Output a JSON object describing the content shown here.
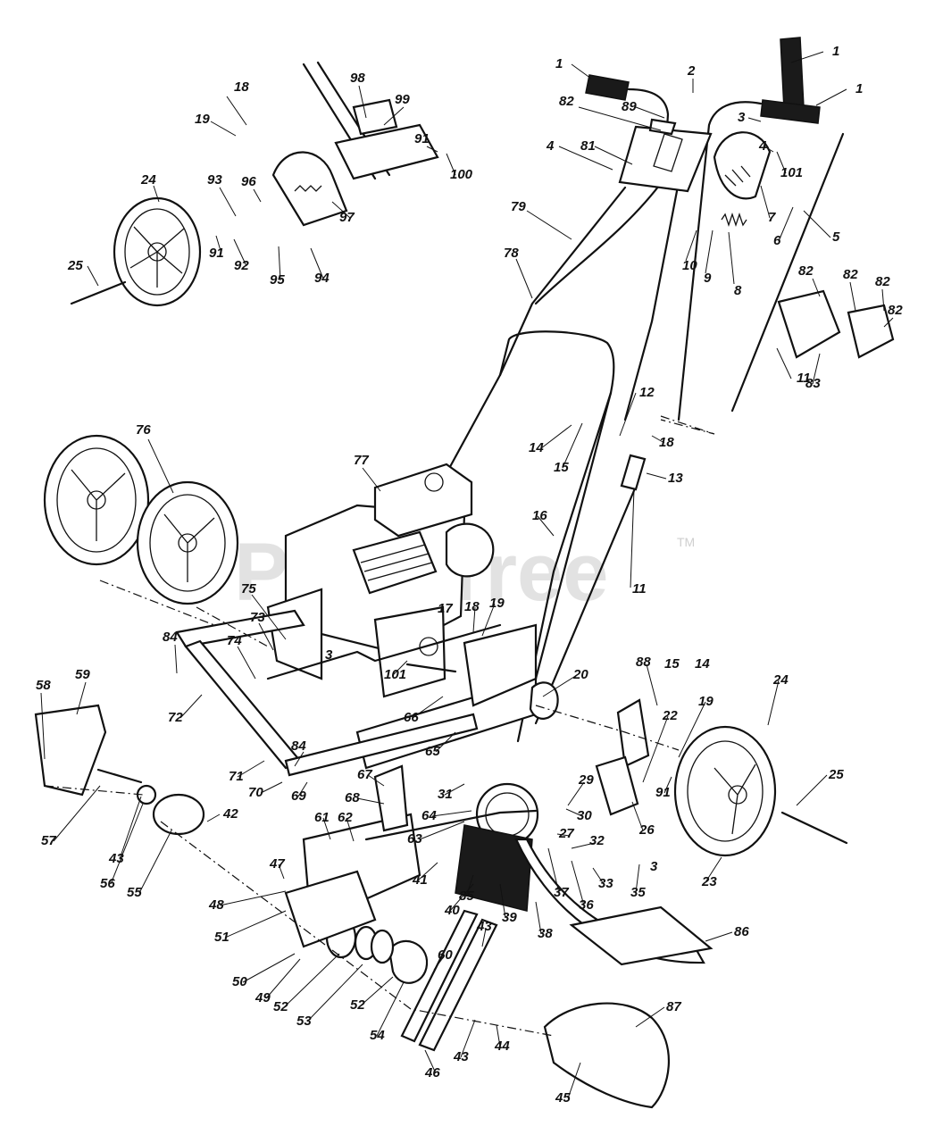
{
  "watermark": {
    "brand": "PartsTree",
    "trademark": "TM"
  },
  "callouts": [
    {
      "id": "c-1a",
      "text": "1"
    },
    {
      "id": "c-1b",
      "text": "1"
    },
    {
      "id": "c-1c",
      "text": "1"
    },
    {
      "id": "c-2",
      "text": "2"
    },
    {
      "id": "c-3a",
      "text": "3"
    },
    {
      "id": "c-3b",
      "text": "3"
    },
    {
      "id": "c-3c",
      "text": "3"
    },
    {
      "id": "c-4a",
      "text": "4"
    },
    {
      "id": "c-4b",
      "text": "4"
    },
    {
      "id": "c-5",
      "text": "5"
    },
    {
      "id": "c-6",
      "text": "6"
    },
    {
      "id": "c-7",
      "text": "7"
    },
    {
      "id": "c-8",
      "text": "8"
    },
    {
      "id": "c-9",
      "text": "9"
    },
    {
      "id": "c-10",
      "text": "10"
    },
    {
      "id": "c-11a",
      "text": "11"
    },
    {
      "id": "c-11b",
      "text": "11"
    },
    {
      "id": "c-12",
      "text": "12"
    },
    {
      "id": "c-13",
      "text": "13"
    },
    {
      "id": "c-14a",
      "text": "14"
    },
    {
      "id": "c-14b",
      "text": "14"
    },
    {
      "id": "c-15a",
      "text": "15"
    },
    {
      "id": "c-15b",
      "text": "15"
    },
    {
      "id": "c-16",
      "text": "16"
    },
    {
      "id": "c-17",
      "text": "17"
    },
    {
      "id": "c-18a",
      "text": "18"
    },
    {
      "id": "c-18b",
      "text": "18"
    },
    {
      "id": "c-18c",
      "text": "18"
    },
    {
      "id": "c-19a",
      "text": "19"
    },
    {
      "id": "c-19b",
      "text": "19"
    },
    {
      "id": "c-19c",
      "text": "19"
    },
    {
      "id": "c-20",
      "text": "20"
    },
    {
      "id": "c-22",
      "text": "22"
    },
    {
      "id": "c-23",
      "text": "23"
    },
    {
      "id": "c-24a",
      "text": "24"
    },
    {
      "id": "c-24b",
      "text": "24"
    },
    {
      "id": "c-25a",
      "text": "25"
    },
    {
      "id": "c-25b",
      "text": "25"
    },
    {
      "id": "c-26",
      "text": "26"
    },
    {
      "id": "c-27",
      "text": "27"
    },
    {
      "id": "c-29",
      "text": "29"
    },
    {
      "id": "c-30",
      "text": "30"
    },
    {
      "id": "c-31",
      "text": "31"
    },
    {
      "id": "c-32",
      "text": "32"
    },
    {
      "id": "c-33",
      "text": "33"
    },
    {
      "id": "c-35",
      "text": "35"
    },
    {
      "id": "c-36",
      "text": "36"
    },
    {
      "id": "c-37",
      "text": "37"
    },
    {
      "id": "c-38",
      "text": "38"
    },
    {
      "id": "c-39",
      "text": "39"
    },
    {
      "id": "c-40",
      "text": "40"
    },
    {
      "id": "c-41",
      "text": "41"
    },
    {
      "id": "c-42",
      "text": "42"
    },
    {
      "id": "c-43a",
      "text": "43"
    },
    {
      "id": "c-43b",
      "text": "43"
    },
    {
      "id": "c-43c",
      "text": "43"
    },
    {
      "id": "c-44",
      "text": "44"
    },
    {
      "id": "c-45",
      "text": "45"
    },
    {
      "id": "c-46",
      "text": "46"
    },
    {
      "id": "c-47",
      "text": "47"
    },
    {
      "id": "c-48",
      "text": "48"
    },
    {
      "id": "c-49",
      "text": "49"
    },
    {
      "id": "c-50",
      "text": "50"
    },
    {
      "id": "c-51",
      "text": "51"
    },
    {
      "id": "c-52a",
      "text": "52"
    },
    {
      "id": "c-52b",
      "text": "52"
    },
    {
      "id": "c-53",
      "text": "53"
    },
    {
      "id": "c-54",
      "text": "54"
    },
    {
      "id": "c-55",
      "text": "55"
    },
    {
      "id": "c-56",
      "text": "56"
    },
    {
      "id": "c-57",
      "text": "57"
    },
    {
      "id": "c-58",
      "text": "58"
    },
    {
      "id": "c-59",
      "text": "59"
    },
    {
      "id": "c-60",
      "text": "60"
    },
    {
      "id": "c-61",
      "text": "61"
    },
    {
      "id": "c-62",
      "text": "62"
    },
    {
      "id": "c-63",
      "text": "63"
    },
    {
      "id": "c-64",
      "text": "64"
    },
    {
      "id": "c-65",
      "text": "65"
    },
    {
      "id": "c-66",
      "text": "66"
    },
    {
      "id": "c-67",
      "text": "67"
    },
    {
      "id": "c-68",
      "text": "68"
    },
    {
      "id": "c-69",
      "text": "69"
    },
    {
      "id": "c-70",
      "text": "70"
    },
    {
      "id": "c-71",
      "text": "71"
    },
    {
      "id": "c-72",
      "text": "72"
    },
    {
      "id": "c-73",
      "text": "73"
    },
    {
      "id": "c-74",
      "text": "74"
    },
    {
      "id": "c-75",
      "text": "75"
    },
    {
      "id": "c-76",
      "text": "76"
    },
    {
      "id": "c-77",
      "text": "77"
    },
    {
      "id": "c-78",
      "text": "78"
    },
    {
      "id": "c-79",
      "text": "79"
    },
    {
      "id": "c-81",
      "text": "81"
    },
    {
      "id": "c-82a",
      "text": "82"
    },
    {
      "id": "c-82b",
      "text": "82"
    },
    {
      "id": "c-82c",
      "text": "82"
    },
    {
      "id": "c-82d",
      "text": "82"
    },
    {
      "id": "c-82e",
      "text": "82"
    },
    {
      "id": "c-83",
      "text": "83"
    },
    {
      "id": "c-84a",
      "text": "84"
    },
    {
      "id": "c-84b",
      "text": "84"
    },
    {
      "id": "c-85",
      "text": "85"
    },
    {
      "id": "c-86",
      "text": "86"
    },
    {
      "id": "c-87",
      "text": "87"
    },
    {
      "id": "c-88",
      "text": "88"
    },
    {
      "id": "c-89",
      "text": "89"
    },
    {
      "id": "c-91a",
      "text": "91"
    },
    {
      "id": "c-91b",
      "text": "91"
    },
    {
      "id": "c-91c",
      "text": "91"
    },
    {
      "id": "c-92",
      "text": "92"
    },
    {
      "id": "c-93",
      "text": "93"
    },
    {
      "id": "c-94",
      "text": "94"
    },
    {
      "id": "c-95",
      "text": "95"
    },
    {
      "id": "c-96",
      "text": "96"
    },
    {
      "id": "c-97",
      "text": "97"
    },
    {
      "id": "c-98",
      "text": "98"
    },
    {
      "id": "c-99",
      "text": "99"
    },
    {
      "id": "c-100",
      "text": "100"
    },
    {
      "id": "c-101a",
      "text": "101"
    },
    {
      "id": "c-101b",
      "text": "101"
    }
  ]
}
